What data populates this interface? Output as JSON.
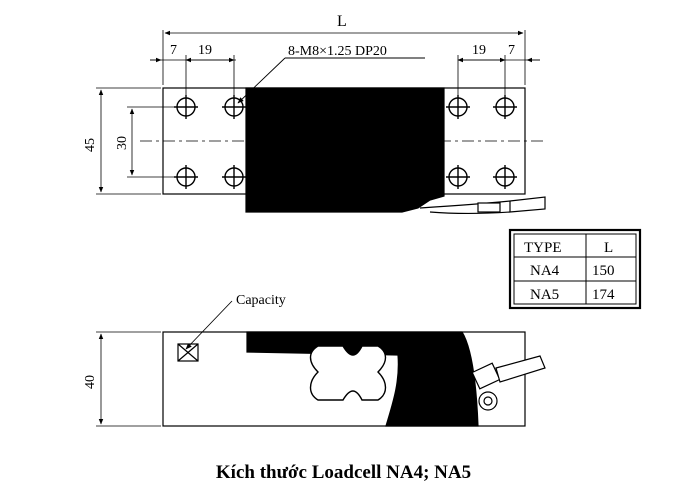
{
  "dimensions": {
    "length_label": "L",
    "left_offset": "7",
    "left_hole_spacing": "19",
    "right_hole_spacing": "19",
    "right_offset": "7",
    "height_outer": "45",
    "hole_vertical_spacing": "30",
    "side_height": "40"
  },
  "thread_callout": "8-M8×1.25 DP20",
  "capacity_label": "Capacity",
  "table": {
    "headers": [
      "TYPE",
      "L"
    ],
    "rows": [
      [
        "NA4",
        "150"
      ],
      [
        "NA5",
        "174"
      ]
    ]
  },
  "caption": "Kích thước Loadcell NA4; NA5",
  "colors": {
    "ink": "#000000",
    "background": "#ffffff",
    "fill": "#000000"
  }
}
